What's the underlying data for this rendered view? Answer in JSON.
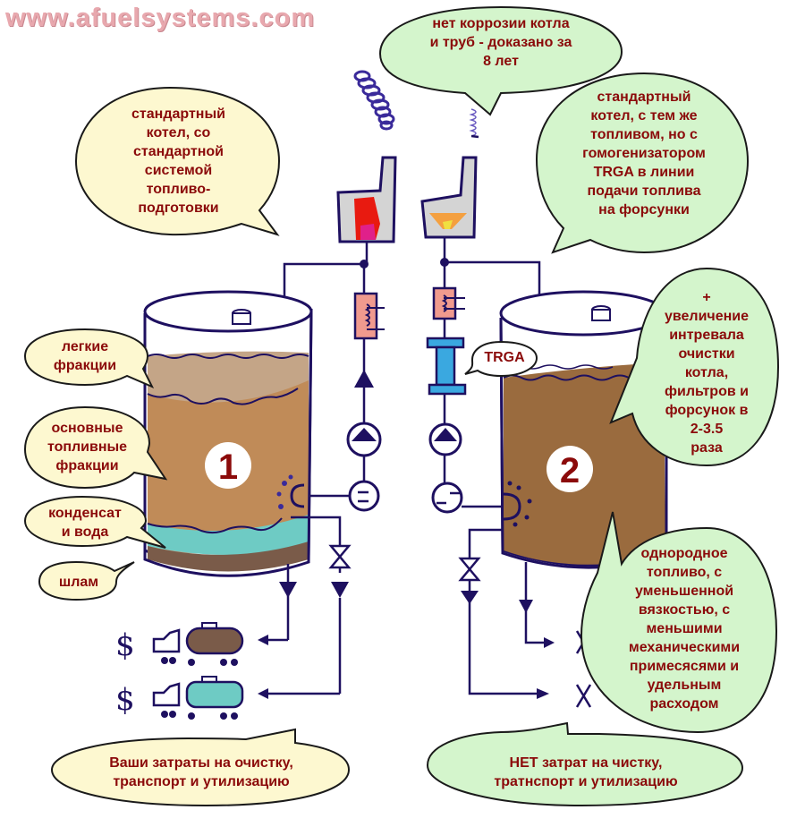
{
  "header": {
    "site_url": "www.afuelsystems.com"
  },
  "colors": {
    "text_dark_red": "#8b0a0a",
    "bubble_yellow": "#fdf8d0",
    "bubble_green": "#d4f5cc",
    "ink_blue": "#1e1060",
    "light_fraction": "#c4a587",
    "main_fraction": "#c08b58",
    "water": "#6ecbc4",
    "sludge": "#7a5b49",
    "homogenized_fuel": "#9a6b3e",
    "trga_blue": "#3aa8e0",
    "heater_pink": "#f09a8e",
    "flame_red": "#e81a10",
    "flame_orange": "#f4a040"
  },
  "left_system": {
    "tank_label": "1",
    "bubble_main": "стандартный\nкотел, со\nстандартной\nсистемой\nтопливо-\nподготовки",
    "layers": [
      {
        "id": "light",
        "label": "легкие\nфракции"
      },
      {
        "id": "main",
        "label": "основные\nтопливные\nфракции"
      },
      {
        "id": "water",
        "label": "конденсат\nи вода"
      },
      {
        "id": "sludge",
        "label": "шлам"
      }
    ],
    "cost_bubble": "Ваши затраты на очистку,\nтранспорт и утилизацию",
    "cost_icons": [
      "dollar-icon",
      "tanker-truck-icon"
    ]
  },
  "right_system": {
    "tank_label": "2",
    "bubble_corrosion": "нет коррозии котла\nи труб - доказано за\n8 лет",
    "bubble_main": "стандартный\nкотел, с тем же\nтопливом, но с\nгомогенизатором\nTRGA в линии\nподачи топлива\nна форсунки",
    "trga_label": "TRGA",
    "bubble_interval": "+\nувеличение\nинтревала\nочистки\nкотла,\nфильтров  и\nфорсунок в\n2-3.5\nраза",
    "bubble_fuel": "однородное\nтопливо, с\nуменьшенной\nвязкостью, с\nменьшими\nмеханическими\nпримесясями и\nудельным\nрасходом",
    "cost_bubble": "НЕТ затрат на чистку,\nтратнспорт и утилизацию"
  }
}
